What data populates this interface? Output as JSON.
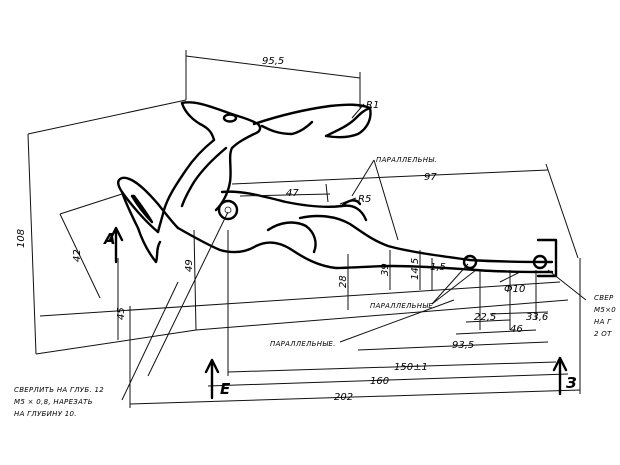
{
  "dimensions": {
    "d95_5": "95,5",
    "r1": "R1",
    "d97": "97",
    "d47": "47",
    "r5": "R5",
    "d108": "108",
    "d42": "42",
    "d45": "45",
    "d49": "49",
    "d28": "28",
    "d39": "39",
    "d14_5": "14,5",
    "d1_5": "1,5",
    "d_phi10": "Ф10",
    "d22_5": "22,5",
    "d33_6": "33,6",
    "d46": "46",
    "d93_5": "93,5",
    "d150": "150±1",
    "d160": "160",
    "d202": "202"
  },
  "labels": {
    "parallel_top": "ПАРАЛЛЕЛЬНЫ.",
    "parallel_mid": "ПАРАЛЛЕЛЬНЫЕ.",
    "parallel_low": "ПАРАЛЛЕЛЬНЫЕ.",
    "view_a": "А",
    "view_e": "Е",
    "view_z": "З"
  },
  "notes": {
    "left_line1": "СВЕРЛИТЬ НА ГЛУБ. 12",
    "left_line2": "М5 × 0,8, НАРЕЗАТЬ",
    "left_line3": "НА ГЛУБИНУ 10.",
    "right_line1": "СВЕР",
    "right_line2": "М5×0",
    "right_line3": "НА Г",
    "right_line4": "2 ОТ"
  }
}
